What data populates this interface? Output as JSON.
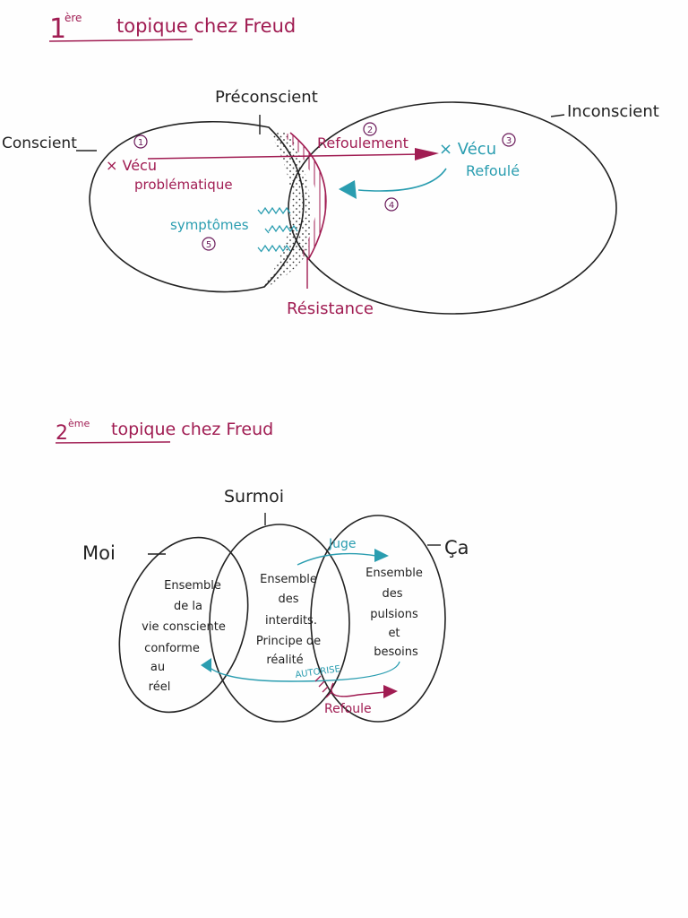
{
  "colors": {
    "ink": "#222222",
    "crimson": "#a01c52",
    "teal": "#2a9db0",
    "purple": "#6a1a5a"
  },
  "topique1": {
    "title_num": "1",
    "title_sup": "ère",
    "title": "topique chez Freud",
    "labels": {
      "conscient": "Conscient",
      "preconscient": "Préconscient",
      "inconscient": "Inconscient",
      "resistance": "Résistance"
    },
    "vecu_problematique": {
      "num": "1",
      "line1": "× Vécu",
      "line2": "problématique"
    },
    "refoulement": {
      "num": "2",
      "label": "Refoulement"
    },
    "vecu_refoule": {
      "num": "3",
      "line1": "× Vécu",
      "line2": "Refoulé"
    },
    "retour_num": "4",
    "symptomes": {
      "num": "5",
      "label": "symptômes"
    }
  },
  "topique2": {
    "title_num": "2",
    "title_sup": "ème",
    "title": "topique chez Freud",
    "labels": {
      "surmoi": "Surmoi",
      "moi": "Moi",
      "ca": "Ça"
    },
    "moi_text": [
      "Ensemble",
      "de la",
      "vie consciente",
      "conforme",
      "au",
      "réel"
    ],
    "surmoi_text": [
      "Ensemble",
      "des",
      "interdits.",
      "Principe de",
      "réalité"
    ],
    "ca_text": [
      "Ensemble",
      "des",
      "pulsions",
      "et",
      "besoins"
    ],
    "juge": "Juge",
    "autorise": "AUTORISE",
    "refoule": "Refoule"
  }
}
